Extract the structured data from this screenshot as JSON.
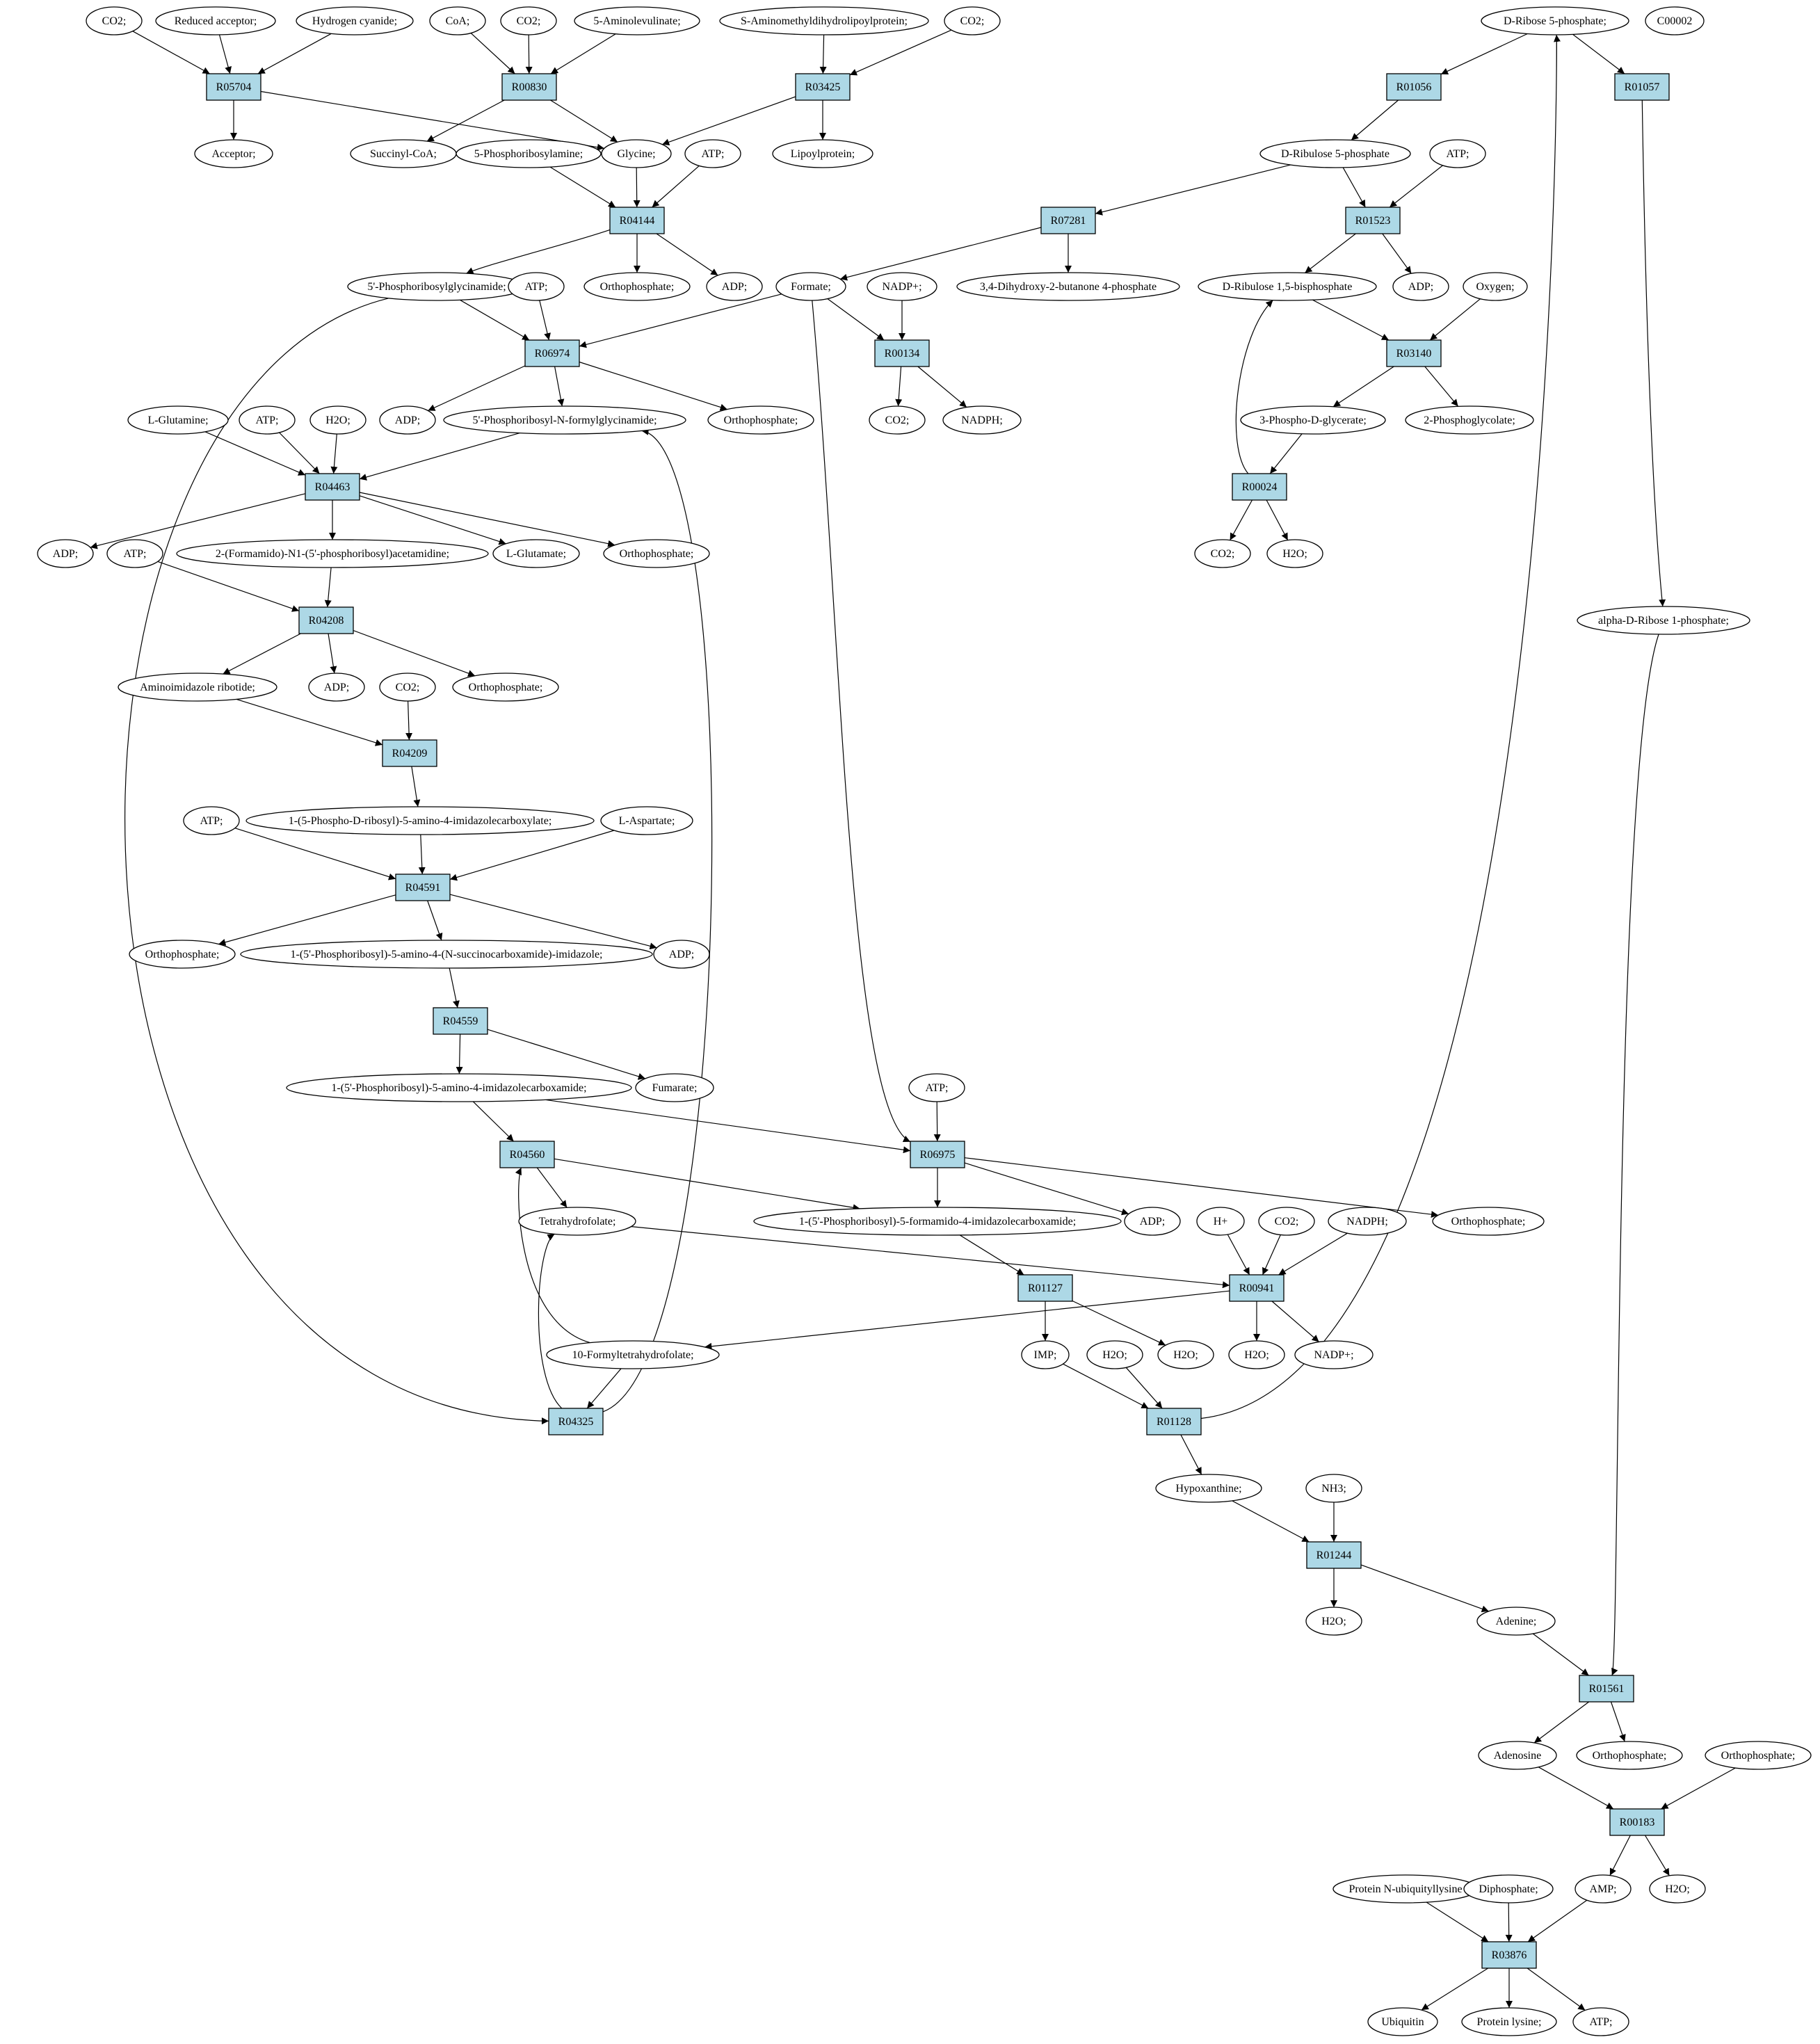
{
  "colors": {
    "reaction_fill": "#add8e6",
    "compound_fill": "#ffffff",
    "source_fill": "#00ff00",
    "highlight_fill": "#ffff00",
    "edge": "#000000"
  },
  "reactions": [
    {
      "id": "R05704",
      "label": "R05704"
    },
    {
      "id": "R00830",
      "label": "R00830"
    },
    {
      "id": "R03425",
      "label": "R03425"
    },
    {
      "id": "R04144",
      "label": "R04144"
    },
    {
      "id": "R01056",
      "label": "R01056"
    },
    {
      "id": "R01057",
      "label": "R01057"
    },
    {
      "id": "R07281",
      "label": "R07281"
    },
    {
      "id": "R01523",
      "label": "R01523"
    },
    {
      "id": "R06974",
      "label": "R06974"
    },
    {
      "id": "R00134",
      "label": "R00134"
    },
    {
      "id": "R03140",
      "label": "R03140"
    },
    {
      "id": "R04463",
      "label": "R04463"
    },
    {
      "id": "R00024",
      "label": "R00024"
    },
    {
      "id": "R04208",
      "label": "R04208"
    },
    {
      "id": "R04209",
      "label": "R04209"
    },
    {
      "id": "R04591",
      "label": "R04591"
    },
    {
      "id": "R04559",
      "label": "R04559"
    },
    {
      "id": "R04560",
      "label": "R04560"
    },
    {
      "id": "R06975",
      "label": "R06975"
    },
    {
      "id": "R01127",
      "label": "R01127"
    },
    {
      "id": "R00941",
      "label": "R00941"
    },
    {
      "id": "R04325",
      "label": "R04325"
    },
    {
      "id": "R01128",
      "label": "R01128"
    },
    {
      "id": "R01244",
      "label": "R01244"
    },
    {
      "id": "R01561",
      "label": "R01561"
    },
    {
      "id": "R00183",
      "label": "R00183"
    },
    {
      "id": "R03876",
      "label": "R03876"
    }
  ],
  "compounds": [
    {
      "id": "c_co2_a",
      "label": "CO2;"
    },
    {
      "id": "c_redacc",
      "label": "Reduced acceptor;"
    },
    {
      "id": "c_hcn",
      "label": "Hydrogen cyanide;"
    },
    {
      "id": "c_coa",
      "label": "CoA;"
    },
    {
      "id": "c_co2_b",
      "label": "CO2;"
    },
    {
      "id": "c_ala",
      "label": "5-Aminolevulinate;"
    },
    {
      "id": "c_samdlp",
      "label": "S-Aminomethyldihydrolipoylprotein;"
    },
    {
      "id": "c_co2_c",
      "label": "CO2;"
    },
    {
      "id": "c_r5p",
      "label": "D-Ribose 5-phosphate;"
    },
    {
      "id": "c_c00002",
      "label": "C00002"
    },
    {
      "id": "c_acceptor",
      "label": "Acceptor;"
    },
    {
      "id": "c_succoa",
      "label": "Succinyl-CoA;"
    },
    {
      "id": "c_5pra",
      "label": "5-Phosphoribosylamine;"
    },
    {
      "id": "c_glycine",
      "label": "Glycine;"
    },
    {
      "id": "c_atp_a",
      "label": "ATP;"
    },
    {
      "id": "c_lipoyl",
      "label": "Lipoylprotein;"
    },
    {
      "id": "c_ru5p",
      "label": "D-Ribulose 5-phosphate"
    },
    {
      "id": "c_atp_b",
      "label": "ATP;"
    },
    {
      "id": "c_gar",
      "label": "5'-Phosphoribosylglycinamide;"
    },
    {
      "id": "c_pi_a",
      "label": "Orthophosphate;"
    },
    {
      "id": "c_adp_a",
      "label": "ADP;"
    },
    {
      "id": "c_atp_c",
      "label": "ATP;"
    },
    {
      "id": "c_formate",
      "label": "Formate;"
    },
    {
      "id": "c_nadpp_a",
      "label": "NADP+;"
    },
    {
      "id": "c_dhbp",
      "label": "3,4-Dihydroxy-2-butanone 4-phosphate"
    },
    {
      "id": "c_rubp",
      "label": "D-Ribulose 1,5-bisphosphate"
    },
    {
      "id": "c_adp_b",
      "label": "ADP;"
    },
    {
      "id": "c_oxygen",
      "label": "Oxygen;"
    },
    {
      "id": "c_lgln",
      "label": "L-Glutamine;"
    },
    {
      "id": "c_atp_d",
      "label": "ATP;"
    },
    {
      "id": "c_h2o_a",
      "label": "H2O;"
    },
    {
      "id": "c_adp_c",
      "label": "ADP;"
    },
    {
      "id": "c_fgar",
      "label": "5'-Phosphoribosyl-N-formylglycinamide;"
    },
    {
      "id": "c_pi_b",
      "label": "Orthophosphate;"
    },
    {
      "id": "c_co2_d",
      "label": "CO2;"
    },
    {
      "id": "c_nadph_a",
      "label": "NADPH;"
    },
    {
      "id": "c_3pg",
      "label": "3-Phospho-D-glycerate;"
    },
    {
      "id": "c_2pg",
      "label": "2-Phosphoglycolate;"
    },
    {
      "id": "c_adp_d",
      "label": "ADP;"
    },
    {
      "id": "c_fgam",
      "label": "2-(Formamido)-N1-(5'-phosphoribosyl)acetamidine;"
    },
    {
      "id": "c_lglu",
      "label": "L-Glutamate;"
    },
    {
      "id": "c_pi_c",
      "label": "Orthophosphate;"
    },
    {
      "id": "c_co2_e",
      "label": "CO2;"
    },
    {
      "id": "c_h2o_b",
      "label": "H2O;"
    },
    {
      "id": "c_atp_e",
      "label": "ATP;"
    },
    {
      "id": "c_air",
      "label": "Aminoimidazole ribotide;"
    },
    {
      "id": "c_adp_e",
      "label": "ADP;"
    },
    {
      "id": "c_co2_f",
      "label": "CO2;"
    },
    {
      "id": "c_pi_d",
      "label": "Orthophosphate;"
    },
    {
      "id": "c_ribp_a",
      "label": "alpha-D-Ribose 1-phosphate;"
    },
    {
      "id": "c_cair",
      "label": "1-(5-Phospho-D-ribosyl)-5-amino-4-imidazolecarboxylate;"
    },
    {
      "id": "c_atp_f",
      "label": "ATP;"
    },
    {
      "id": "c_lasp",
      "label": "L-Aspartate;"
    },
    {
      "id": "c_pi_e",
      "label": "Orthophosphate;"
    },
    {
      "id": "c_saicar",
      "label": "1-(5'-Phosphoribosyl)-5-amino-4-(N-succinocarboxamide)-imidazole;"
    },
    {
      "id": "c_adp_f",
      "label": "ADP;"
    },
    {
      "id": "c_aicar",
      "label": "1-(5'-Phosphoribosyl)-5-amino-4-imidazolecarboxamide;"
    },
    {
      "id": "c_fumarate",
      "label": "Fumarate;"
    },
    {
      "id": "c_atp_g",
      "label": "ATP;"
    },
    {
      "id": "c_thf",
      "label": "Tetrahydrofolate;"
    },
    {
      "id": "c_faicar",
      "label": "1-(5'-Phosphoribosyl)-5-formamido-4-imidazolecarboxamide;"
    },
    {
      "id": "c_adp_g",
      "label": "ADP;"
    },
    {
      "id": "c_hplus",
      "label": "H+"
    },
    {
      "id": "c_co2_g",
      "label": "CO2;"
    },
    {
      "id": "c_nadph_b",
      "label": "NADPH;"
    },
    {
      "id": "c_pi_f",
      "label": "Orthophosphate;"
    },
    {
      "id": "c_10fthf",
      "label": "10-Formyltetrahydrofolate;"
    },
    {
      "id": "c_imp",
      "label": "IMP;"
    },
    {
      "id": "c_h2o_c",
      "label": "H2O;"
    },
    {
      "id": "c_h2o_d",
      "label": "H2O;"
    },
    {
      "id": "c_h2o_e",
      "label": "H2O;"
    },
    {
      "id": "c_nadpp_b",
      "label": "NADP+;"
    },
    {
      "id": "c_hypox",
      "label": "Hypoxanthine;"
    },
    {
      "id": "c_nh3",
      "label": "NH3;"
    },
    {
      "id": "c_h2o_f",
      "label": "H2O;"
    },
    {
      "id": "c_adenine",
      "label": "Adenine;"
    },
    {
      "id": "c_adenosine",
      "label": "Adenosine"
    },
    {
      "id": "c_pi_g",
      "label": "Orthophosphate;"
    },
    {
      "id": "c_pi_h",
      "label": "Orthophosphate;"
    },
    {
      "id": "c_pnub",
      "label": "Protein N-ubiquityllysine"
    },
    {
      "id": "c_ppi",
      "label": "Diphosphate;"
    },
    {
      "id": "c_amp",
      "label": "AMP;"
    },
    {
      "id": "c_h2o_g",
      "label": "H2O;"
    },
    {
      "id": "c_ubiquitin",
      "label": "Ubiquitin"
    },
    {
      "id": "c_plys",
      "label": "Protein lysine;"
    },
    {
      "id": "c_atp_h",
      "label": "ATP;"
    }
  ],
  "edges": [
    [
      "c_co2_a",
      "R05704"
    ],
    [
      "c_redacc",
      "R05704"
    ],
    [
      "c_hcn",
      "R05704"
    ],
    [
      "R05704",
      "c_acceptor"
    ],
    [
      "R05704",
      "c_glycine"
    ],
    [
      "c_coa",
      "R00830"
    ],
    [
      "c_co2_b",
      "R00830"
    ],
    [
      "c_ala",
      "R00830"
    ],
    [
      "R00830",
      "c_succoa"
    ],
    [
      "R00830",
      "c_glycine"
    ],
    [
      "c_samdlp",
      "R03425"
    ],
    [
      "c_co2_c",
      "R03425"
    ],
    [
      "R03425",
      "c_glycine"
    ],
    [
      "R03425",
      "c_lipoyl"
    ],
    [
      "c_5pra",
      "R04144"
    ],
    [
      "c_glycine",
      "R04144"
    ],
    [
      "c_atp_a",
      "R04144"
    ],
    [
      "R04144",
      "c_gar"
    ],
    [
      "R04144",
      "c_pi_a"
    ],
    [
      "R04144",
      "c_adp_a"
    ],
    [
      "c_r5p",
      "R01056"
    ],
    [
      "c_r5p",
      "R01057"
    ],
    [
      "R01056",
      "c_ru5p"
    ],
    [
      "R01057",
      "c_ribp_a"
    ],
    [
      "c_ru5p",
      "R07281"
    ],
    [
      "R07281",
      "c_formate"
    ],
    [
      "R07281",
      "c_dhbp"
    ],
    [
      "c_ru5p",
      "R01523"
    ],
    [
      "c_atp_b",
      "R01523"
    ],
    [
      "R01523",
      "c_rubp"
    ],
    [
      "R01523",
      "c_adp_b"
    ],
    [
      "c_gar",
      "R06974"
    ],
    [
      "c_atp_c",
      "R06974"
    ],
    [
      "c_formate",
      "R06974"
    ],
    [
      "R06974",
      "c_adp_c"
    ],
    [
      "R06974",
      "c_fgar"
    ],
    [
      "R06974",
      "c_pi_b"
    ],
    [
      "c_formate",
      "R00134"
    ],
    [
      "c_nadpp_a",
      "R00134"
    ],
    [
      "R00134",
      "c_co2_d"
    ],
    [
      "R00134",
      "c_nadph_a"
    ],
    [
      "c_rubp",
      "R03140"
    ],
    [
      "c_oxygen",
      "R03140"
    ],
    [
      "R03140",
      "c_3pg"
    ],
    [
      "R03140",
      "c_2pg"
    ],
    [
      "c_3pg",
      "R00024"
    ],
    [
      "R00024",
      "c_rubp"
    ],
    [
      "R00024",
      "c_co2_e"
    ],
    [
      "R00024",
      "c_h2o_b"
    ],
    [
      "c_lgln",
      "R04463"
    ],
    [
      "c_atp_d",
      "R04463"
    ],
    [
      "c_h2o_a",
      "R04463"
    ],
    [
      "c_fgar",
      "R04463"
    ],
    [
      "R04463",
      "c_adp_d"
    ],
    [
      "R04463",
      "c_fgam"
    ],
    [
      "R04463",
      "c_lglu"
    ],
    [
      "R04463",
      "c_pi_c"
    ],
    [
      "c_atp_e",
      "R04208"
    ],
    [
      "c_fgam",
      "R04208"
    ],
    [
      "R04208",
      "c_air"
    ],
    [
      "R04208",
      "c_adp_e"
    ],
    [
      "R04208",
      "c_pi_d"
    ],
    [
      "c_air",
      "R04209"
    ],
    [
      "c_co2_f",
      "R04209"
    ],
    [
      "R04209",
      "c_cair"
    ],
    [
      "c_atp_f",
      "R04591"
    ],
    [
      "c_cair",
      "R04591"
    ],
    [
      "c_lasp",
      "R04591"
    ],
    [
      "R04591",
      "c_pi_e"
    ],
    [
      "R04591",
      "c_saicar"
    ],
    [
      "R04591",
      "c_adp_f"
    ],
    [
      "c_saicar",
      "R04559"
    ],
    [
      "R04559",
      "c_aicar"
    ],
    [
      "R04559",
      "c_fumarate"
    ],
    [
      "c_aicar",
      "R04560"
    ],
    [
      "c_10fthf",
      "R04560"
    ],
    [
      "R04560",
      "c_thf"
    ],
    [
      "R04560",
      "c_faicar"
    ],
    [
      "c_atp_g",
      "R06975"
    ],
    [
      "c_aicar",
      "R06975"
    ],
    [
      "c_formate",
      "R06975"
    ],
    [
      "R06975",
      "c_faicar"
    ],
    [
      "R06975",
      "c_adp_g"
    ],
    [
      "R06975",
      "c_pi_f"
    ],
    [
      "c_faicar",
      "R01127"
    ],
    [
      "R01127",
      "c_imp"
    ],
    [
      "R01127",
      "c_h2o_d"
    ],
    [
      "c_thf",
      "R00941"
    ],
    [
      "c_hplus",
      "R00941"
    ],
    [
      "c_co2_g",
      "R00941"
    ],
    [
      "c_nadph_b",
      "R00941"
    ],
    [
      "R00941",
      "c_10fthf"
    ],
    [
      "R00941",
      "c_h2o_e"
    ],
    [
      "R00941",
      "c_nadpp_b"
    ],
    [
      "c_gar",
      "R04325"
    ],
    [
      "c_10fthf",
      "R04325"
    ],
    [
      "R04325",
      "c_thf"
    ],
    [
      "R04325",
      "c_fgar"
    ],
    [
      "c_imp",
      "R01128"
    ],
    [
      "c_h2o_c",
      "R01128"
    ],
    [
      "R01128",
      "c_r5p"
    ],
    [
      "R01128",
      "c_hypox"
    ],
    [
      "c_hypox",
      "R01244"
    ],
    [
      "c_nh3",
      "R01244"
    ],
    [
      "R01244",
      "c_h2o_f"
    ],
    [
      "R01244",
      "c_adenine"
    ],
    [
      "c_adenine",
      "R01561"
    ],
    [
      "c_ribp_a",
      "R01561"
    ],
    [
      "R01561",
      "c_adenosine"
    ],
    [
      "R01561",
      "c_pi_g"
    ],
    [
      "c_adenosine",
      "R00183"
    ],
    [
      "c_pi_h",
      "R00183"
    ],
    [
      "R00183",
      "c_amp"
    ],
    [
      "R00183",
      "c_h2o_g"
    ],
    [
      "c_pnub",
      "R03876"
    ],
    [
      "c_ppi",
      "R03876"
    ],
    [
      "c_amp",
      "R03876"
    ],
    [
      "R03876",
      "c_ubiquitin"
    ],
    [
      "R03876",
      "c_plys"
    ],
    [
      "R03876",
      "c_atp_h"
    ]
  ]
}
